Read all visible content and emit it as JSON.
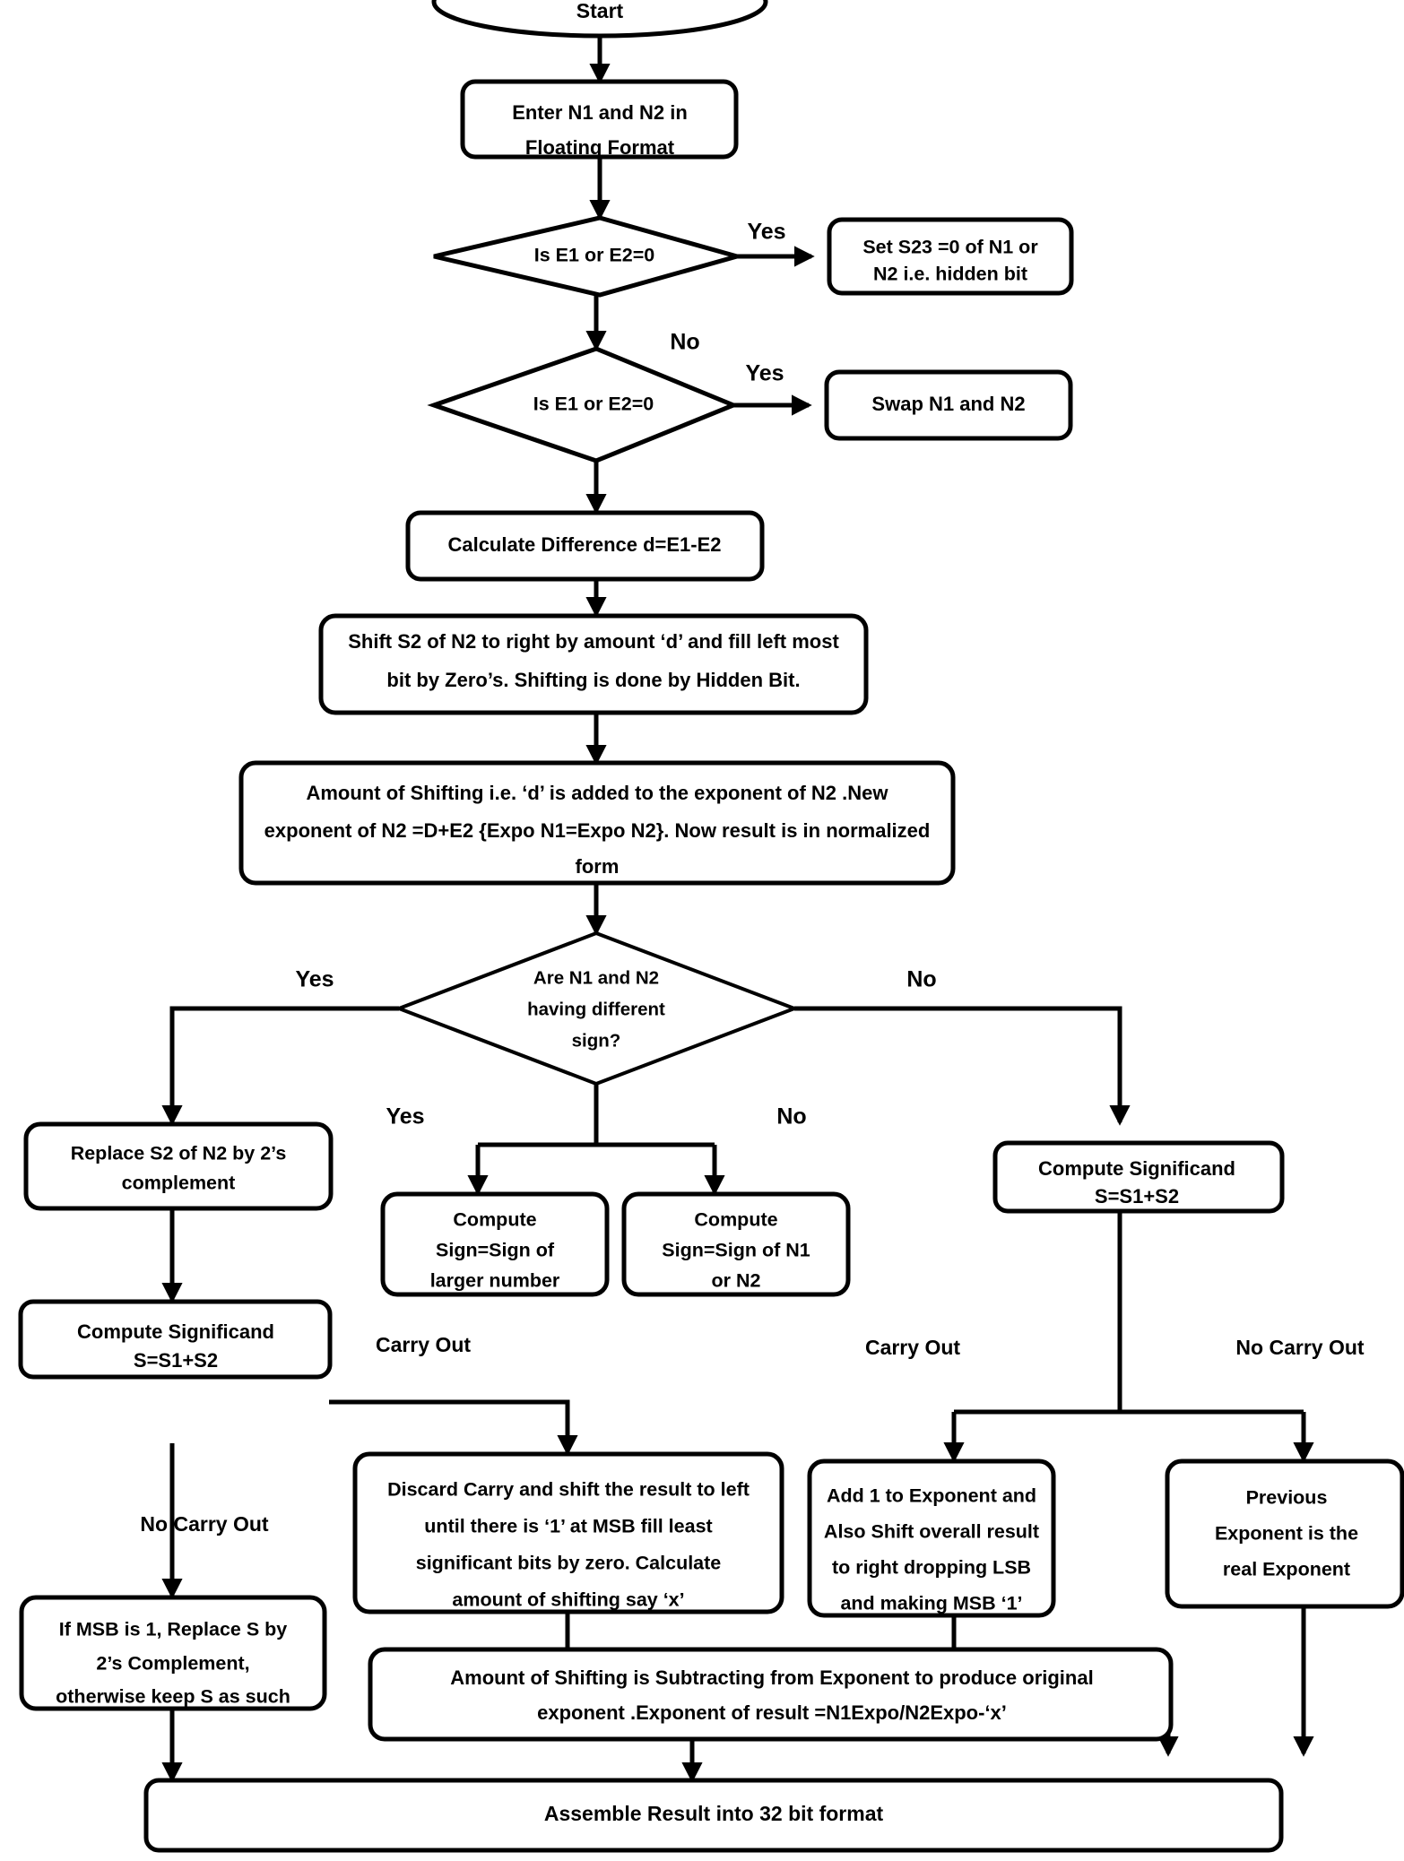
{
  "diagram": {
    "title": "Floating Point Addition/Subtraction Flowchart",
    "colors": {
      "stroke": "#000000",
      "fill": "#ffffff",
      "text": "#000000"
    },
    "nodes": {
      "start": {
        "label": "Start",
        "shape": "terminator"
      },
      "enter": {
        "line1": "Enter N1 and N2 in",
        "line2": "Floating Format",
        "shape": "process"
      },
      "decision1": {
        "label": "Is E1 or E2=0",
        "shape": "decision"
      },
      "set_s23": {
        "line1": "Set S23 =0 of N1 or",
        "line2": "N2 i.e. hidden bit",
        "shape": "process"
      },
      "decision2": {
        "label": "Is E1 or E2=0",
        "shape": "decision"
      },
      "swap": {
        "line1": "Swap N1 and N2",
        "shape": "process"
      },
      "calc_diff": {
        "line1": "Calculate Difference d=E1-E2",
        "shape": "process"
      },
      "shift_s2": {
        "line1": "Shift S2 of N2 to right by amount ‘d’ and fill left most",
        "line2": "bit by Zero’s. Shifting is done by Hidden Bit.",
        "shape": "process"
      },
      "amount_shift": {
        "line1": "Amount of Shifting i.e. ‘d’ is added to the exponent of N2 .New",
        "line2": "exponent of N2 =D+E2 {Expo N1=Expo N2}. Now result is in normalized",
        "line3": "form",
        "shape": "process"
      },
      "decision3": {
        "line1": "Are N1 and N2",
        "line2": "having different",
        "line3": "sign?",
        "shape": "decision"
      },
      "replace_s2": {
        "line1": "Replace S2 of N2 by 2’s",
        "line2": "complement",
        "shape": "process"
      },
      "compute_sign_larger": {
        "line1": "Compute",
        "line2": "Sign=Sign of",
        "line3": "larger number",
        "shape": "process"
      },
      "compute_sign_n1n2": {
        "line1": "Compute",
        "line2": "Sign=Sign of  N1",
        "line3": "or N2",
        "shape": "process"
      },
      "compute_sig_right": {
        "line1": "Compute Significand",
        "line2": "S=S1+S2",
        "shape": "process"
      },
      "compute_sig_left": {
        "line1": "Compute Significand",
        "line2": "S=S1+S2",
        "shape": "process"
      },
      "discard_carry": {
        "line1": "Discard Carry and shift the result to left",
        "line2": "until there is ‘1’ at MSB fill least",
        "line3": "significant bits by zero. Calculate",
        "line4": "amount of shifting say ‘x’",
        "shape": "process"
      },
      "add1_exponent": {
        "line1": "Add 1 to Exponent and",
        "line2": "Also Shift overall result",
        "line3": "to right dropping LSB",
        "line4": "and  making MSB ‘1’",
        "shape": "process"
      },
      "previous_exponent": {
        "line1": "Previous",
        "line2": "Exponent is the",
        "line3": "real  Exponent",
        "shape": "process"
      },
      "if_msb": {
        "line1": "If MSB is 1, Replace S by",
        "line2": "2’s Complement,",
        "line3": "otherwise keep S as such",
        "shape": "process"
      },
      "amount_subtract": {
        "line1": "Amount of Shifting is Subtracting from Exponent to produce original",
        "line2": "exponent .Exponent of result =N1Expo/N2Expo-‘x’",
        "shape": "process"
      },
      "assemble": {
        "label": "Assemble Result into 32 bit format",
        "shape": "process"
      }
    },
    "edge_labels": {
      "d1_yes": "Yes",
      "d1_no": "No",
      "d2_yes": "Yes",
      "d3_left_yes": "Yes",
      "d3_right_no": "No",
      "d3_mid_yes": "Yes",
      "d3_mid_no": "No",
      "carry_out_left": "Carry Out",
      "no_carry_out_left": "No Carry Out",
      "carry_out_right": "Carry Out",
      "no_carry_out_right": "No Carry Out"
    }
  }
}
